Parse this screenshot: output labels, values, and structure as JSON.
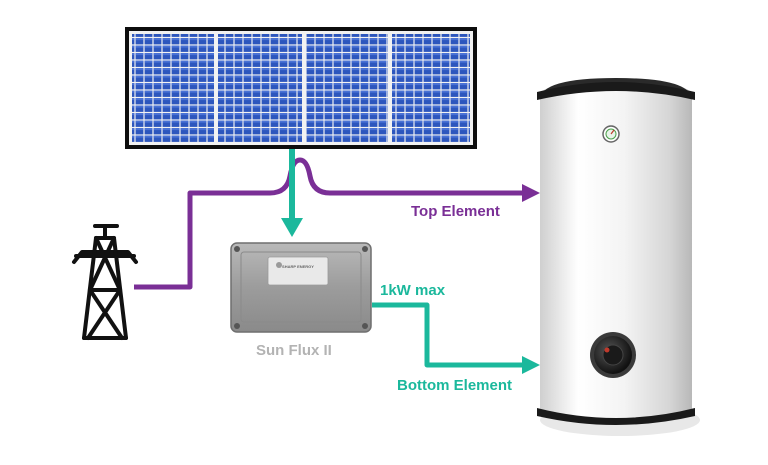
{
  "labels": {
    "top_element": "Top Element",
    "max_power": "1kW max",
    "bottom_element": "Bottom Element",
    "device_name": "Sun Flux II",
    "device_brand": "SHARP ENERGY"
  },
  "colors": {
    "grid_line": "#7a2f96",
    "solar_line": "#1bb89c",
    "device_label": "#b3b3b3",
    "panel_cell": "#2b52b8",
    "panel_frame": "#111111"
  },
  "icons": [
    "solar-panel-icon",
    "pylon-icon",
    "controller-box-icon",
    "water-heater-icon",
    "gauge-icon",
    "heating-element-icon"
  ]
}
